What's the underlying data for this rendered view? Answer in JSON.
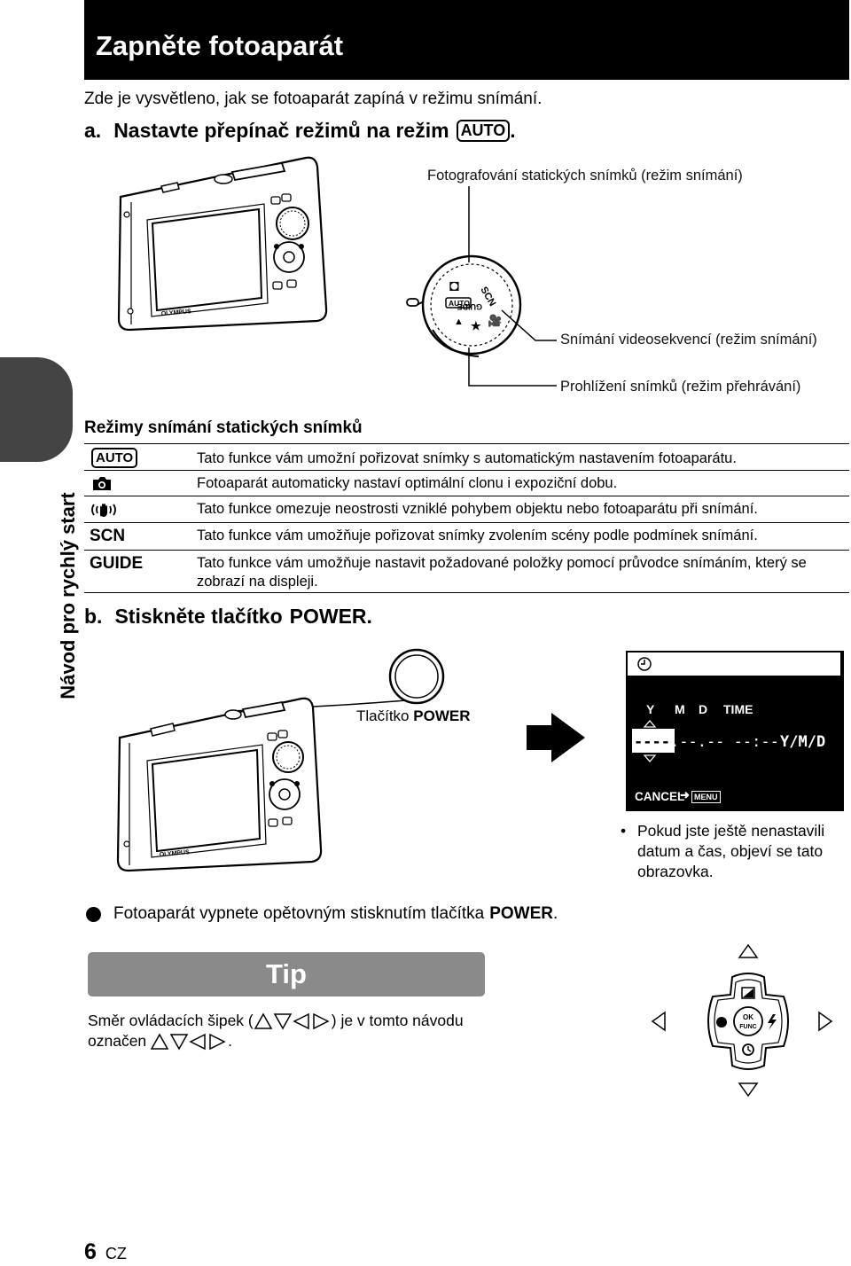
{
  "header": {
    "title": "Zapněte fotoaparát"
  },
  "intro": "Zde je vysvětleno, jak se fotoaparát zapíná v režimu snímání.",
  "step_a": {
    "letter": "a.",
    "text": "Nastavte přepínač režimů na režim",
    "badge": "AUTO",
    "end": "."
  },
  "callouts": {
    "still": "Fotografování statických snímků (režim snímání)",
    "movie": "Snímání videosekvencí (režim snímání)",
    "playback": "Prohlížení snímků (režim přehrávání)"
  },
  "camera": {
    "brand": "OLYMPUS"
  },
  "dial": {
    "scn": "SCN",
    "guide": "GUIDE",
    "auto": "AUTO"
  },
  "side_tab": "Návod pro rychlý start",
  "modes": {
    "title": "Režimy snímání statických snímků",
    "rows": [
      {
        "icon": "AUTO",
        "icon_name": "auto-mode-icon",
        "desc": "Tato funkce vám umožní pořizovat snímky s automatickým nastavením fotoaparátu."
      },
      {
        "icon": "",
        "icon_name": "camera-mode-icon",
        "desc": "Fotoaparát automaticky nastaví optimální clonu i expoziční dobu."
      },
      {
        "icon": "",
        "icon_name": "image-stabilizer-icon",
        "desc": "Tato funkce omezuje neostrosti vzniklé pohybem objektu nebo fotoaparátu při snímání."
      },
      {
        "icon": "SCN",
        "icon_name": "scn-mode-icon",
        "desc": "Tato funkce vám umožňuje pořizovat snímky zvolením scény podle podmínek snímání."
      },
      {
        "icon": "GUIDE",
        "icon_name": "guide-mode-icon",
        "desc": "Tato funkce vám umožňuje nastavit požadované položky pomocí průvodce snímáním, který se zobrazí na displeji."
      }
    ]
  },
  "step_b": {
    "letter": "b.",
    "text": "Stiskněte tlačítko",
    "power": "POWER",
    "end": "."
  },
  "power_label": {
    "text": "Tlačítko",
    "power": "POWER"
  },
  "screen": {
    "labels": {
      "y": "Y",
      "m": "M",
      "d": "D",
      "time": "TIME"
    },
    "year": "----",
    "rest": ".--.-- --:--",
    "format": "Y/M/D",
    "cancel": "CANCEL",
    "menu": "MENU"
  },
  "screen_note": {
    "bullet": "•",
    "text": "Pokud jste ještě nenastavili datum a čas, objeví se tato obrazovka."
  },
  "off_note": {
    "text": "Fotoaparát vypnete opětovným stisknutím tlačítka",
    "power": "POWER",
    "end": "."
  },
  "tip": {
    "title": "Tip",
    "line1_start": "Směr ovládacích šipek (",
    "line1_end": ") je v tomto návodu",
    "line2": "označen"
  },
  "dpad": {
    "ok": "OK",
    "func": "FUNC"
  },
  "page": {
    "number": "6",
    "lang": "CZ"
  }
}
